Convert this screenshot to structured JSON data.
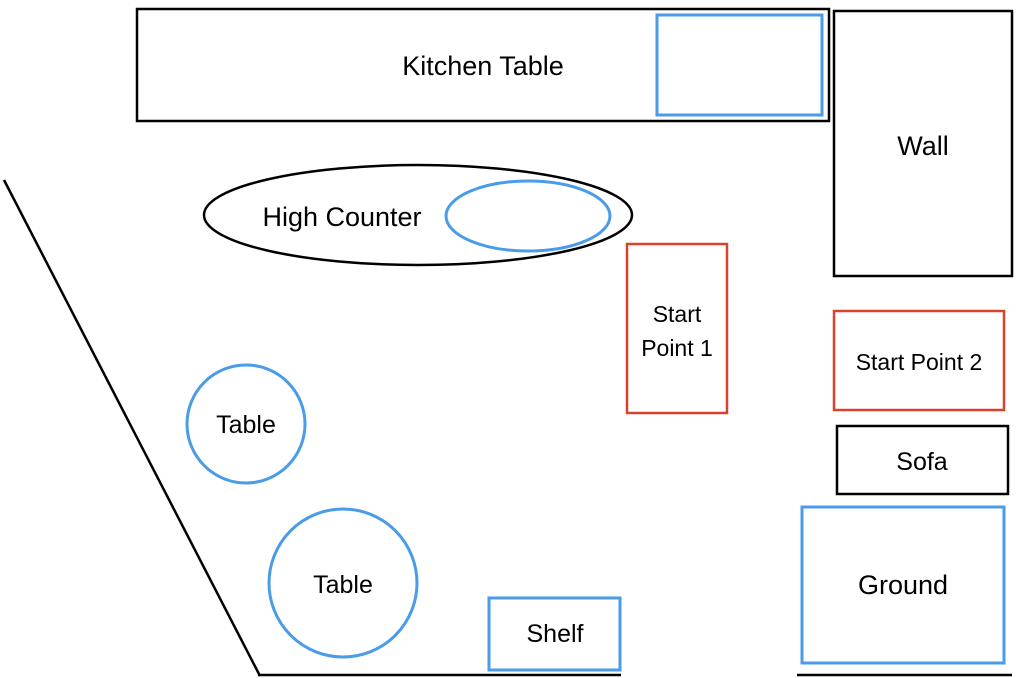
{
  "colors": {
    "furniture_outline": "#000000",
    "target_outline": "#4a9be8",
    "start_outline": "#d8432e"
  },
  "labels": {
    "kitchen_table": "Kitchen Table",
    "wall": "Wall",
    "high_counter": "High Counter",
    "start_point_1_line1": "Start",
    "start_point_1_line2": "Point 1",
    "start_point_2": "Start Point 2",
    "table_upper": "Table",
    "table_lower": "Table",
    "sofa": "Sofa",
    "shelf": "Shelf",
    "ground": "Ground"
  }
}
